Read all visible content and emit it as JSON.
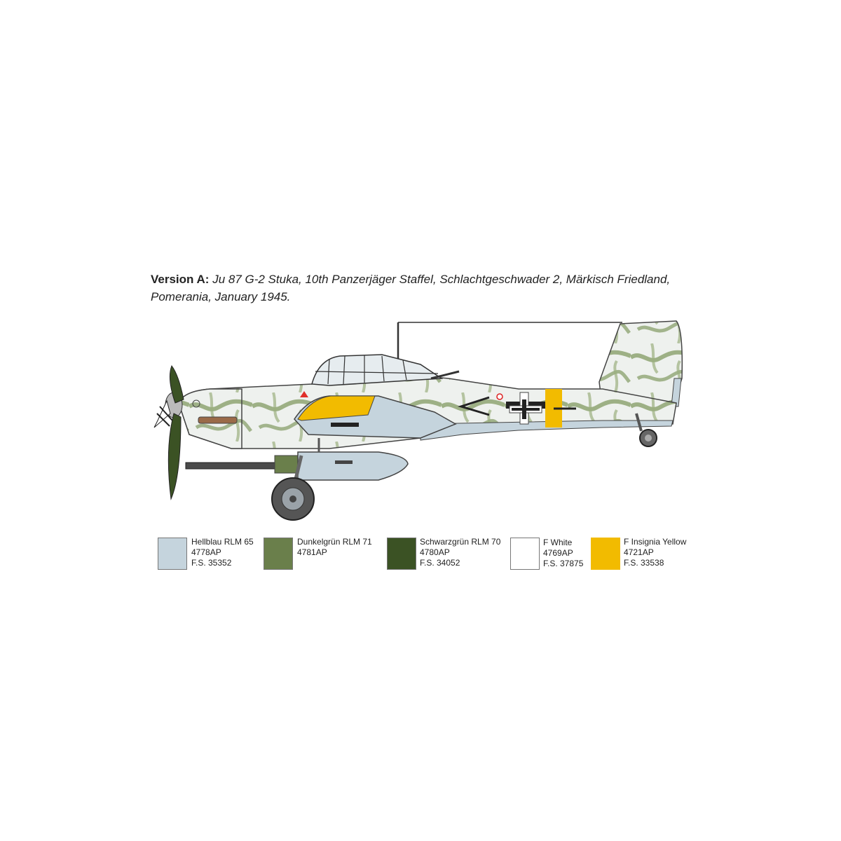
{
  "caption": {
    "label": "Version A:",
    "description": "Ju 87 G-2 Stuka, 10th Panzerjäger Staffel, Schlachtgeschwader 2, Märkisch Friedland, Pomerania, January 1945."
  },
  "aircraft": {
    "icons": [
      "aircraft-profile",
      "propeller",
      "cannon-pod",
      "landing-gear",
      "balkenkreuz",
      "swastika-tail"
    ]
  },
  "palette": [
    {
      "name": "Hellblau RLM 65",
      "code": "4778AP",
      "fs": "F.S. 35352",
      "color": "#c5d4dd"
    },
    {
      "name": "Dunkelgrün RLM 71",
      "code": "4781AP",
      "fs": "",
      "color": "#6a7f4b"
    },
    {
      "name": "Schwarzgrün RLM 70",
      "code": "4780AP",
      "fs": "F.S. 34052",
      "color": "#3b5224"
    },
    {
      "name": "F White",
      "code": "4769AP",
      "fs": "F.S. 37875",
      "color": "#ffffff"
    },
    {
      "name": "F Insignia Yellow",
      "code": "4721AP",
      "fs": "F.S. 33538",
      "color": "#f2bb00"
    }
  ]
}
